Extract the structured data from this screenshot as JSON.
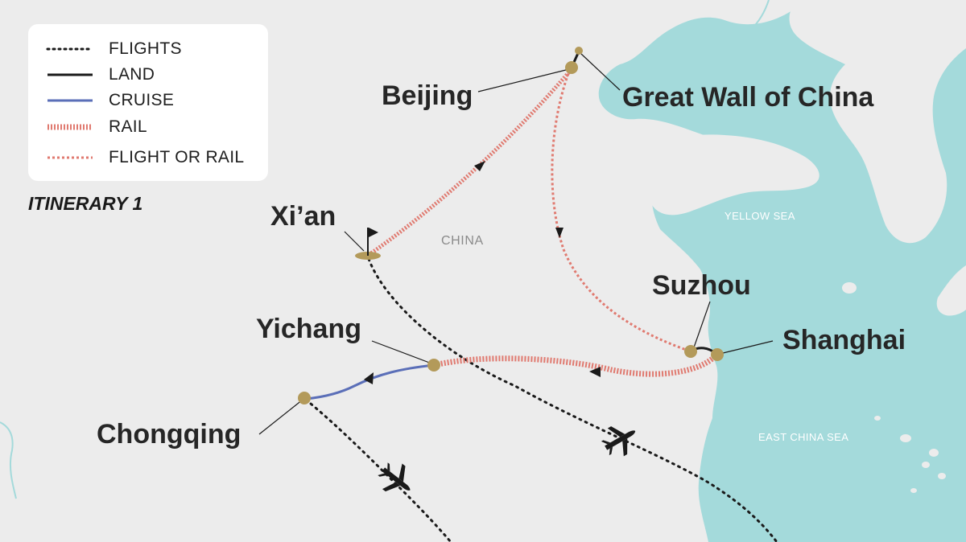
{
  "legend": {
    "flights": "FLIGHTS",
    "land": "LAND",
    "cruise": "CRUISE",
    "rail": "RAIL",
    "flight_or_rail": "FLIGHT OR RAIL"
  },
  "itinerary_label": "ITINERARY 1",
  "cities": {
    "beijing": "Beijing",
    "great_wall": "Great Wall of China",
    "xian": "Xi’an",
    "yichang": "Yichang",
    "chongqing": "Chongqing",
    "suzhou": "Suzhou",
    "shanghai": "Shanghai"
  },
  "regions": {
    "china": "CHINA",
    "yellow_sea": "YELLOW SEA",
    "east_china_sea": "EAST CHINA SEA"
  },
  "colors": {
    "land": "#ececec",
    "water": "#a4dadb",
    "rail": "#e07a70",
    "cruise": "#5b6fb8",
    "route_line": "#1a1a1a",
    "stop_marker": "#b39a5a"
  }
}
